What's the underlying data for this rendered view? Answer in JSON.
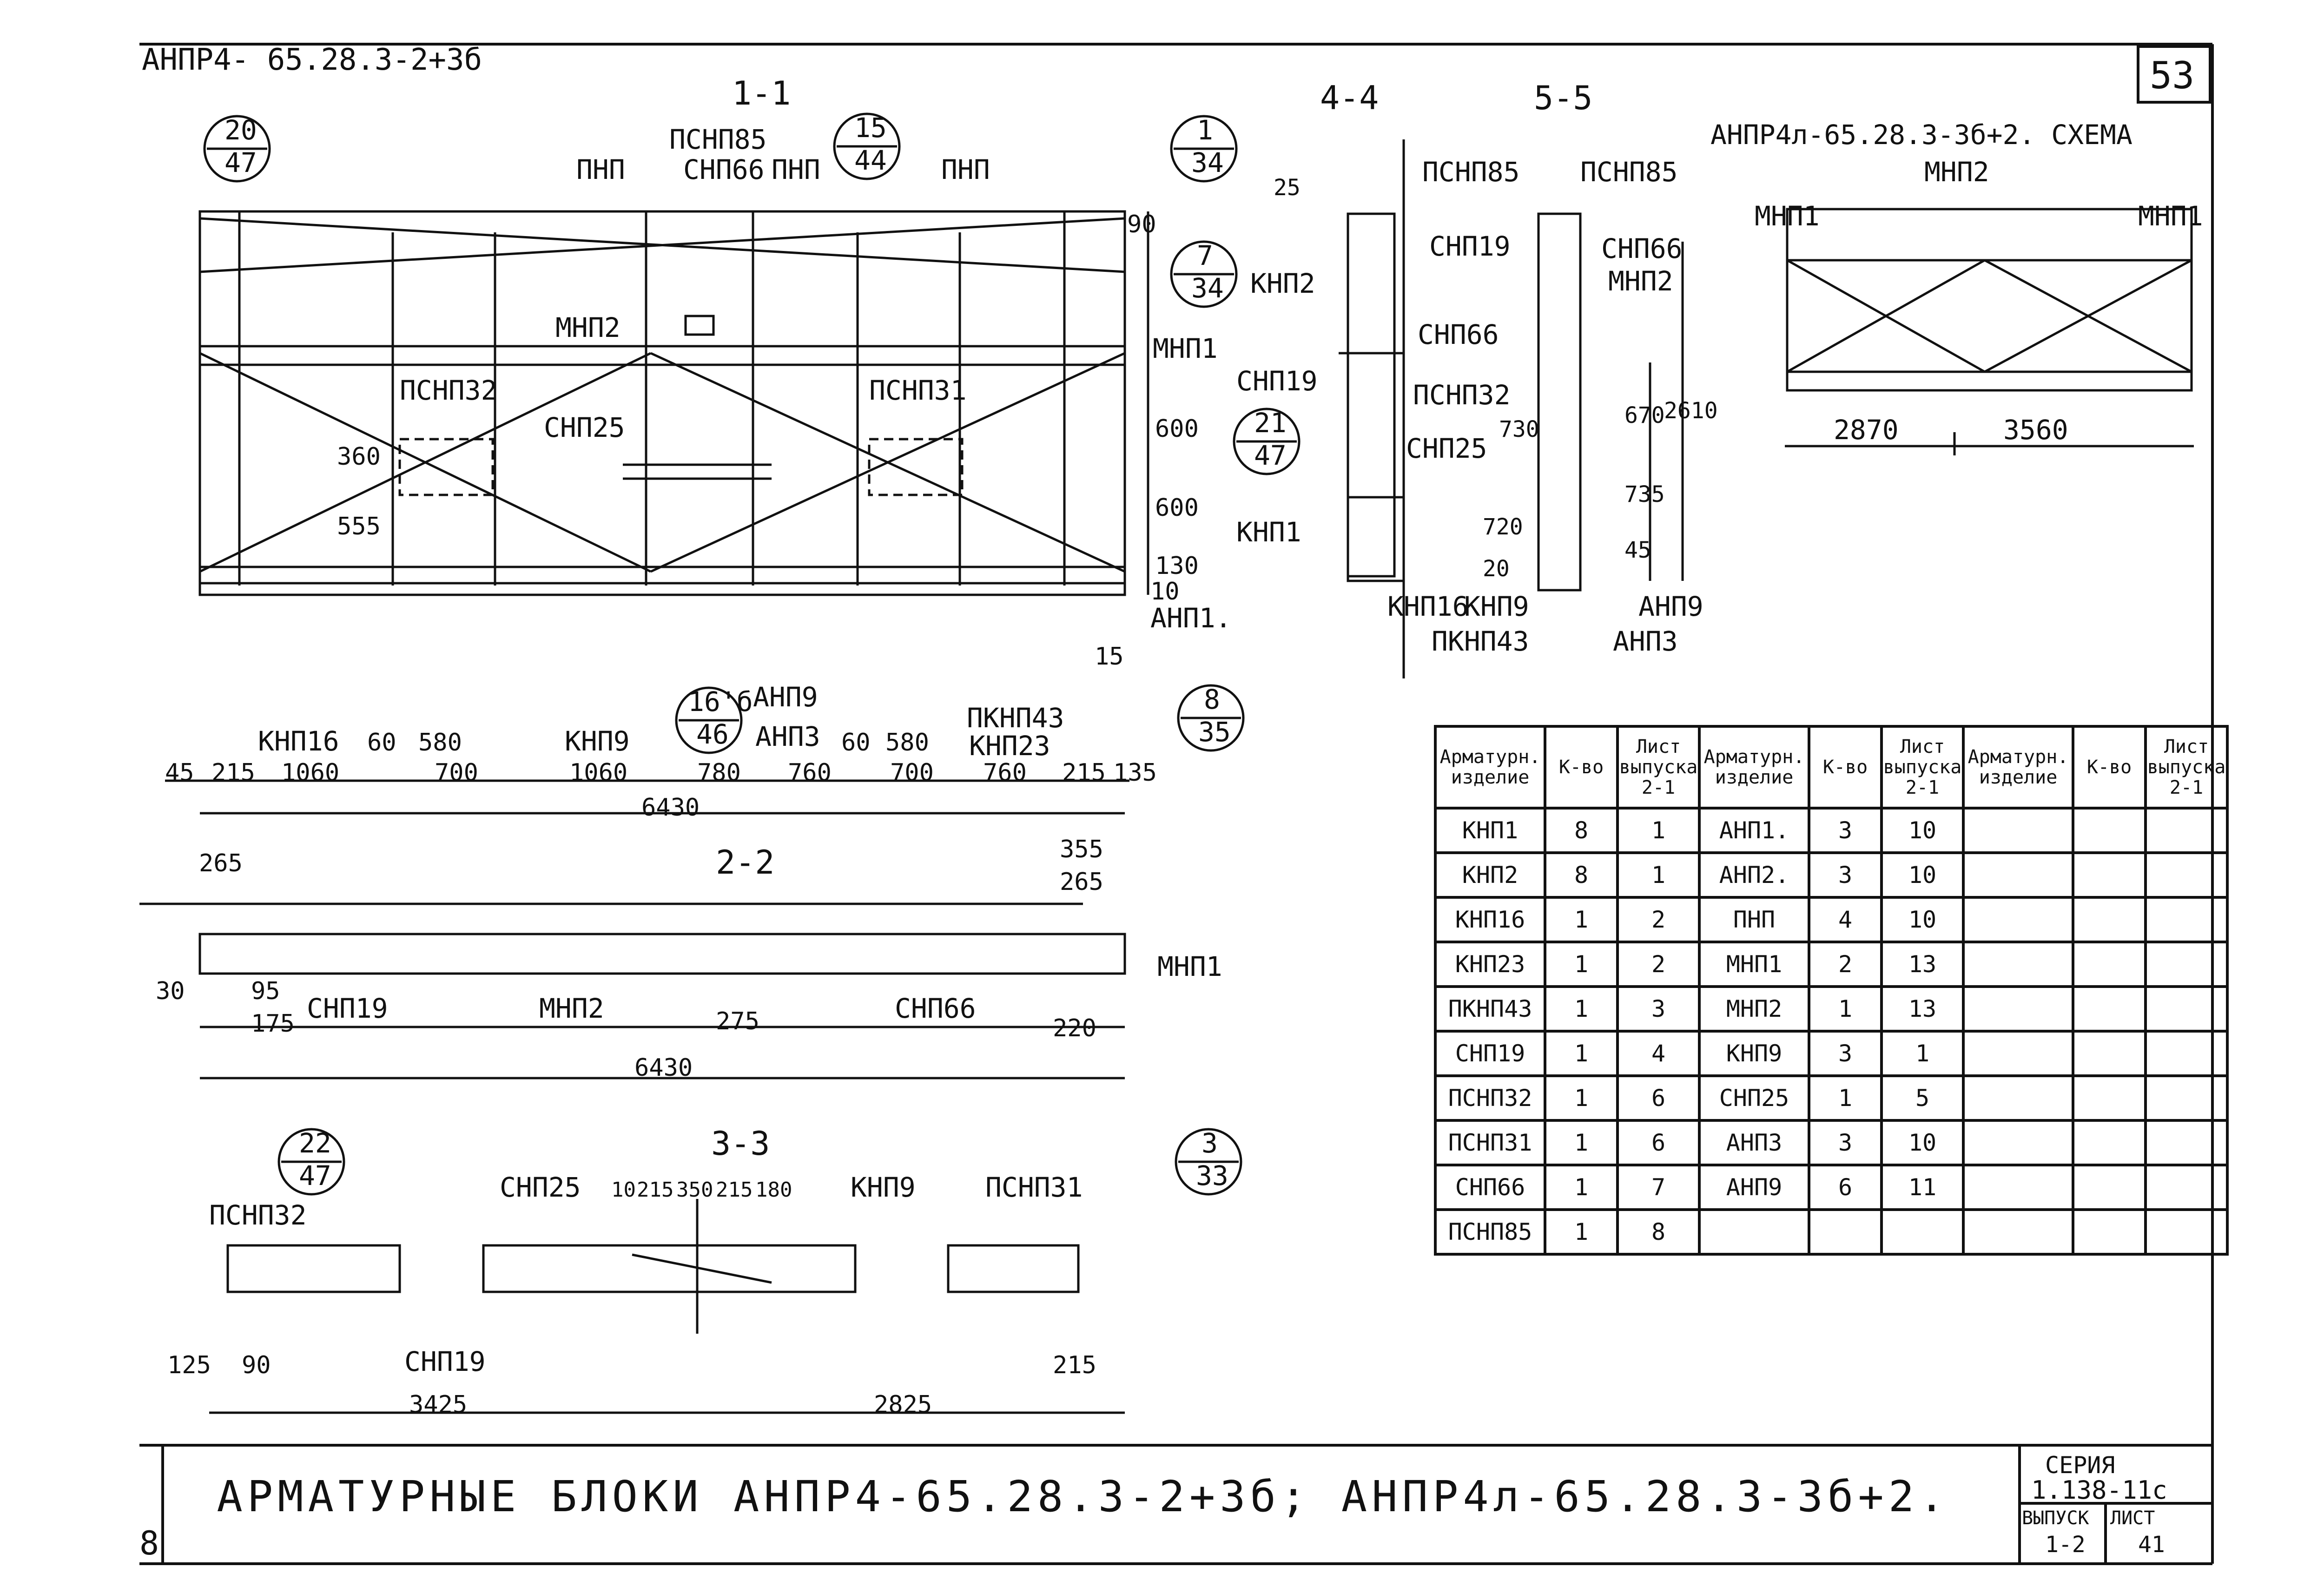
{
  "sheet_number": "53",
  "top_left_label": "АНПР4- 65.28.3-2+3б",
  "schema_label": "АНПР4л-65.28.3-3б+2. СХЕМА",
  "sections": {
    "s11": "1-1",
    "s22": "2-2",
    "s33": "3-3",
    "s44": "4-4",
    "s55": "5-5"
  },
  "callouts": [
    {
      "top": "20",
      "bottom": "47"
    },
    {
      "top": "15",
      "bottom": "44"
    },
    {
      "top": "1",
      "bottom": "34"
    },
    {
      "top": "7",
      "bottom": "34"
    },
    {
      "top": "21",
      "bottom": "47"
    },
    {
      "top": "16'б",
      "bottom": "46"
    },
    {
      "top": "8",
      "bottom": "35"
    },
    {
      "top": "22",
      "bottom": "47"
    },
    {
      "top": "3",
      "bottom": "33"
    }
  ],
  "view11": {
    "labels": [
      "ПНП",
      "ПСНП85",
      "СНП66",
      "ПНП",
      "ПНП",
      "МНП2",
      "ПСНП32",
      "СНП25",
      "ПСНП31",
      "МНП1",
      "КНП16",
      "КНП9",
      "АНП9",
      "АНП3",
      "ПКНП43",
      "КНП23",
      "АНП1."
    ],
    "dims_bottom": [
      "45",
      "215",
      "1060",
      "60",
      "580",
      "700",
      "1060",
      "780",
      "760",
      "60",
      "580",
      "700",
      "760",
      "215",
      "135",
      "15"
    ],
    "total": "6430",
    "dims_right": [
      "90",
      "600",
      "600",
      "130",
      "10"
    ],
    "dims_left": [
      "360",
      "555"
    ]
  },
  "view22": {
    "labels": [
      "СНП19",
      "МНП2",
      "СНП66",
      "МНП1"
    ],
    "dims": [
      "265",
      "355",
      "265",
      "30",
      "95",
      "175",
      "275",
      "220",
      "6430"
    ]
  },
  "view33": {
    "labels": [
      "ПСНП32",
      "СНП25",
      "КНП9",
      "ПСНП31",
      "СНП19"
    ],
    "dims": [
      "10",
      "215",
      "350",
      "215",
      "180",
      "125",
      "90",
      "215",
      "3425",
      "2825"
    ]
  },
  "view44": {
    "labels": [
      "ПСНП85",
      "КНП2",
      "СНП66",
      "СНП19",
      "ПСНП32",
      "КНП1",
      "КНП16"
    ],
    "dims": [
      "25"
    ]
  },
  "view55": {
    "labels": [
      "ПСНП85",
      "СНП19",
      "СНП66",
      "МНП2",
      "СНП25",
      "КНП9",
      "ПКНП43",
      "АНП9",
      "АНП3"
    ],
    "dims": [
      "730",
      "720",
      "20",
      "670",
      "735",
      "45",
      "2610"
    ]
  },
  "schema": {
    "labels": [
      "МНП2",
      "МНП1",
      "МНП1"
    ],
    "dims": [
      "2870",
      "3560"
    ]
  },
  "spec_table": {
    "headers": [
      "Арматурн. изделие",
      "К-во",
      "Лист выпуска 2-1",
      "Арматурн. изделие",
      "К-во",
      "Лист выпуска 2-1",
      "Арматурн. изделие",
      "К-во",
      "Лист выпуска 2-1"
    ],
    "rows": [
      [
        "КНП1",
        "8",
        "1",
        "АНП1.",
        "3",
        "10"
      ],
      [
        "КНП2",
        "8",
        "1",
        "АНП2.",
        "3",
        "10"
      ],
      [
        "КНП16",
        "1",
        "2",
        "ПНП",
        "4",
        "10"
      ],
      [
        "КНП23",
        "1",
        "2",
        "МНП1",
        "2",
        "13"
      ],
      [
        "ПКНП43",
        "1",
        "3",
        "МНП2",
        "1",
        "13"
      ],
      [
        "СНП19",
        "1",
        "4",
        "КНП9",
        "3",
        "1"
      ],
      [
        "ПСНП32",
        "1",
        "6",
        "СНП25",
        "1",
        "5"
      ],
      [
        "ПСНП31",
        "1",
        "6",
        "АНП3",
        "3",
        "10"
      ],
      [
        "СНП66",
        "1",
        "7",
        "АНП9",
        "6",
        "11"
      ],
      [
        "ПСНП85",
        "1",
        "8",
        "",
        "",
        " "
      ]
    ]
  },
  "title": "АРМАТУРНЫЕ БЛОКИ АНПР4-65.28.3-2+3б; АНПР4л-65.28.3-3б+2.",
  "stamp": {
    "series_label": "СЕРИЯ",
    "series": "1.138-11с",
    "issue_label": "ВЫПУСК",
    "issue": "1-2",
    "sheet_label": "ЛИСТ",
    "sheet": "41"
  },
  "left_margin_number": "8"
}
